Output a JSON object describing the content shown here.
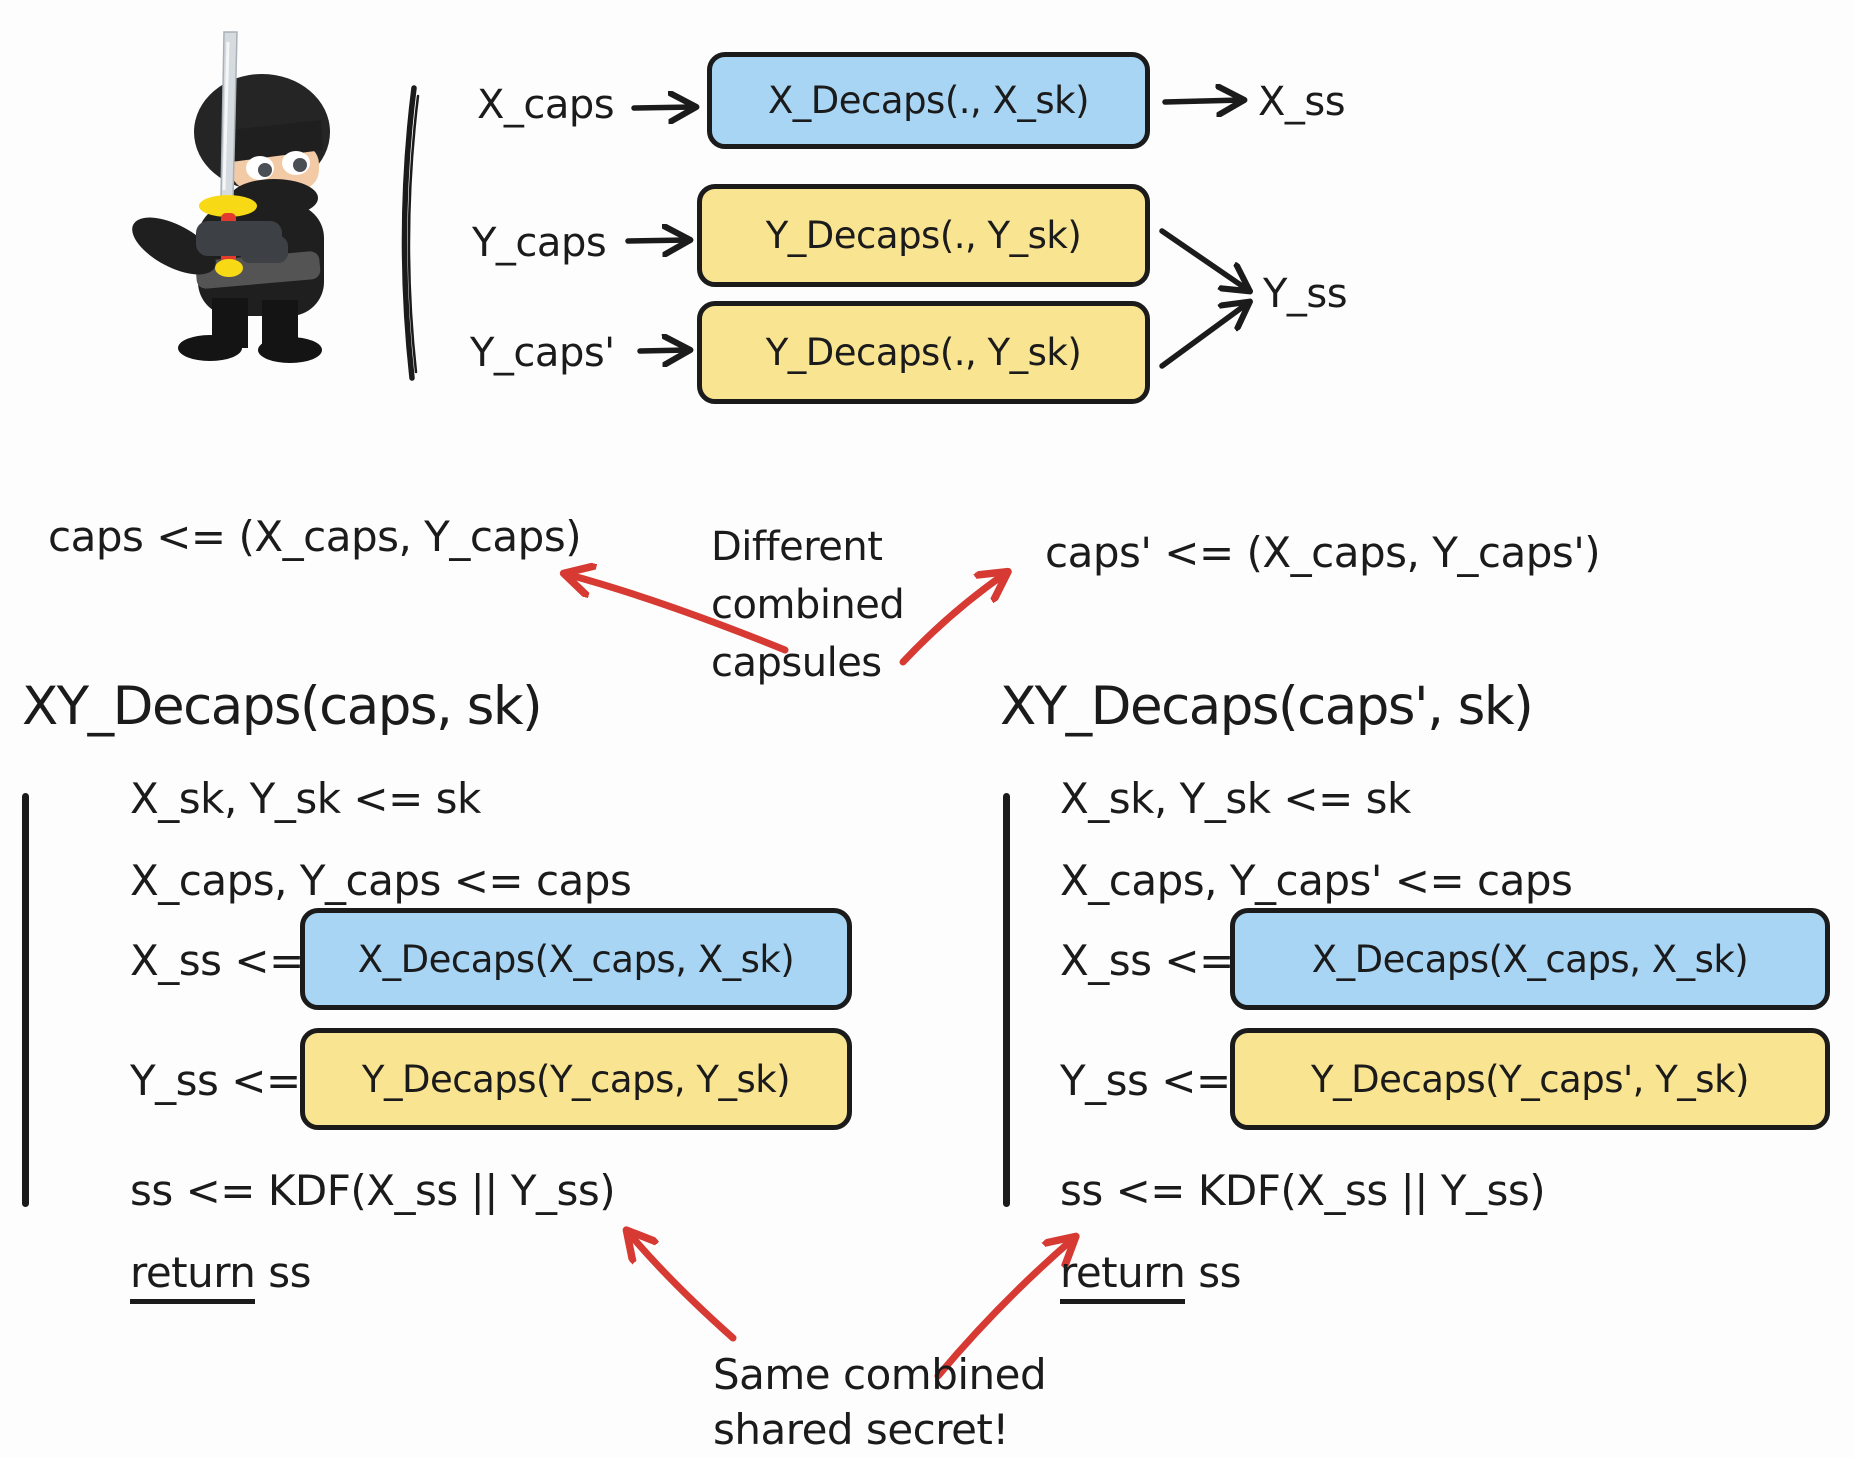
{
  "attacker": {
    "icon": "ninja-attacker"
  },
  "top_flow": {
    "row1": {
      "input": "X_caps",
      "box": "X_Decaps(., X_sk)",
      "output": "X_ss"
    },
    "row2": {
      "input": "Y_caps",
      "box": "Y_Decaps(., Y_sk)"
    },
    "row3": {
      "input": "Y_caps'",
      "box": "Y_Decaps(., Y_sk)",
      "output": "Y_ss"
    }
  },
  "middle": {
    "left_equation": "caps <= (X_caps, Y_caps)",
    "note_line1": "Different",
    "note_line2": "combined",
    "note_line3": "capsules",
    "right_equation": "caps' <= (X_caps, Y_caps')"
  },
  "left_fn": {
    "title": "XY_Decaps(caps, sk)",
    "line1": "X_sk, Y_sk <= sk",
    "line2": "X_caps, Y_caps <= caps",
    "x_ss_label": "X_ss <=",
    "x_box": "X_Decaps(X_caps, X_sk)",
    "y_ss_label": "Y_ss <=",
    "y_box": "Y_Decaps(Y_caps, Y_sk)",
    "kdf_line": "ss <= KDF(X_ss || Y_ss)",
    "return_keyword": "return",
    "return_value": "ss"
  },
  "right_fn": {
    "title": "XY_Decaps(caps', sk)",
    "line1": "X_sk, Y_sk <= sk",
    "line2": "X_caps, Y_caps' <= caps",
    "x_ss_label": "X_ss <=",
    "x_box": "X_Decaps(X_caps, X_sk)",
    "y_ss_label": "Y_ss <=",
    "y_box": "Y_Decaps(Y_caps', Y_sk)",
    "kdf_line": "ss <= KDF(X_ss || Y_ss)",
    "return_keyword": "return",
    "return_value": "ss"
  },
  "bottom_note": {
    "line1": "Same combined",
    "line2": "shared secret!"
  },
  "colors": {
    "box_blue": "#a8d5f4",
    "box_yellow": "#f8e491",
    "ink": "#1b1b1b",
    "arrow_red": "#d63a33"
  }
}
